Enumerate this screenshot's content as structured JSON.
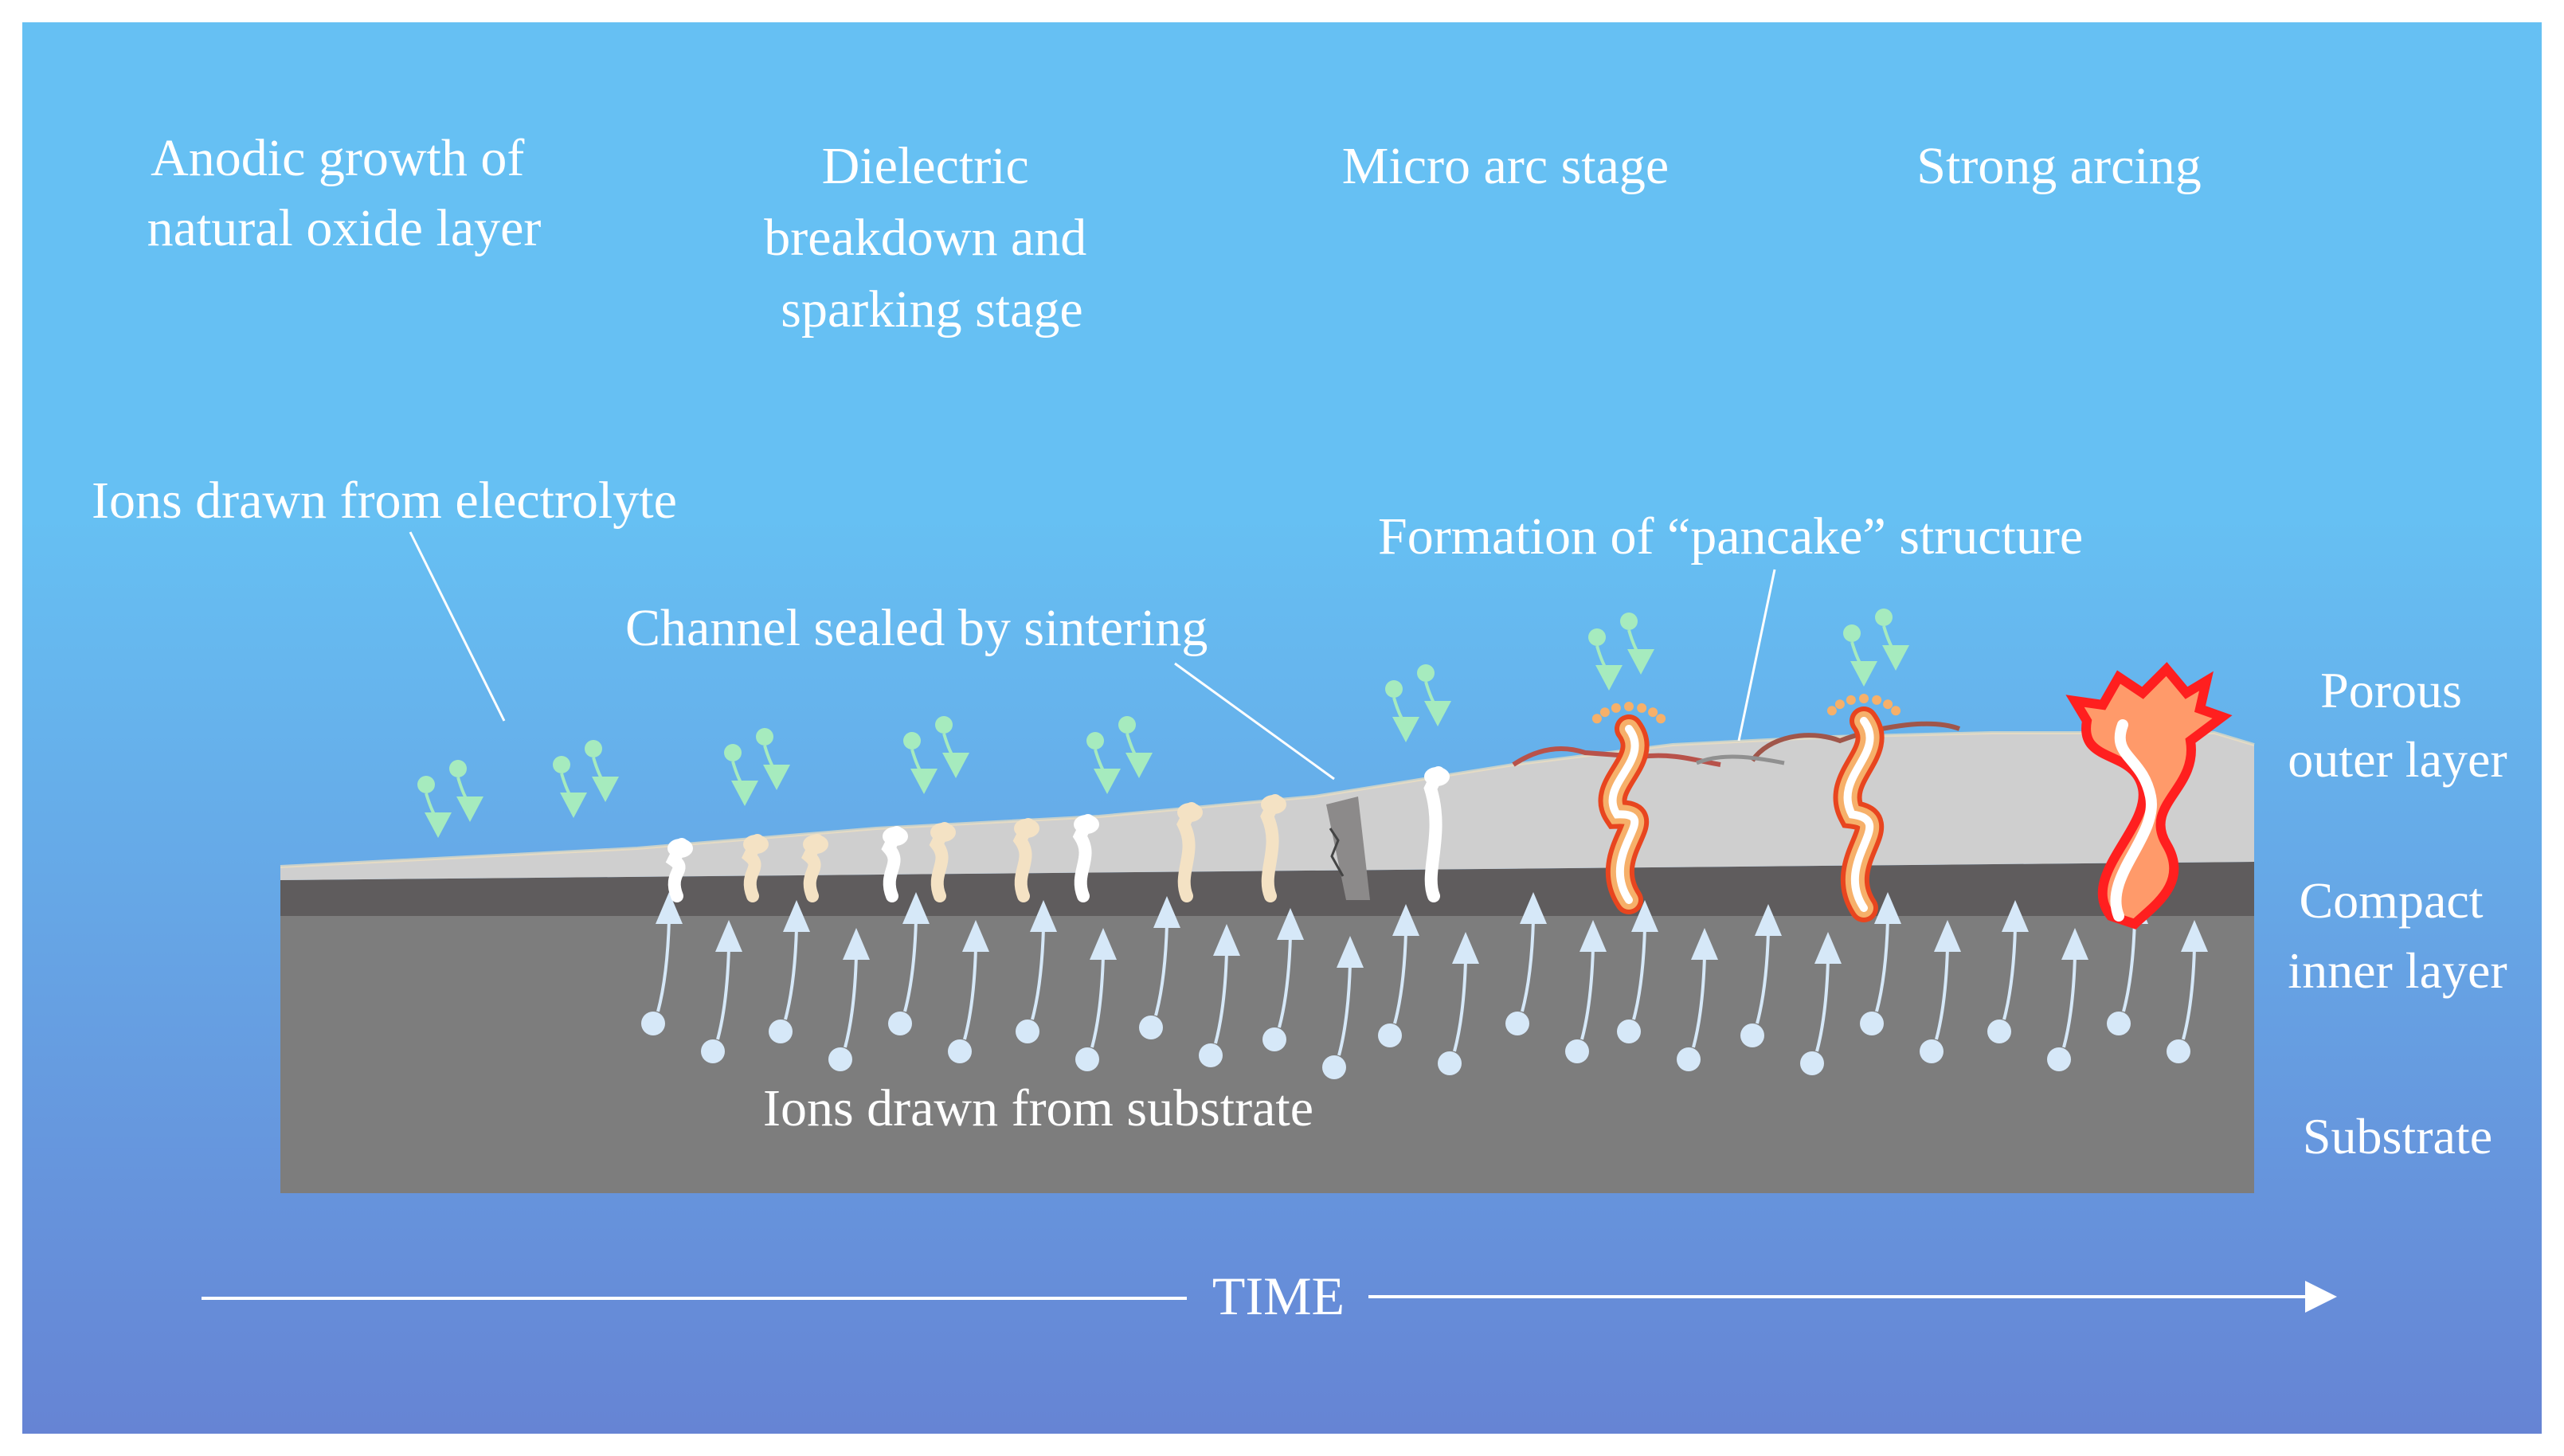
{
  "colors": {
    "sky_top": "#66c0f3",
    "sky_bottom": "#6684d4",
    "substrate": "#7d7d7d",
    "compact_layer": "#5f5c5d",
    "porous_layer": "#cfcfcf",
    "electrolyte_ion": "#a6ebbe",
    "substrate_ion": "#d6e8f8",
    "spark_core": "#ffffff",
    "spark_warm": "#f6b06a",
    "spark_hot": "#e8451f",
    "strong_arc": "#ff1f1f",
    "label_text": "#ffffff"
  },
  "stages": [
    {
      "lines": [
        "Anodic growth of",
        "natural oxide layer"
      ]
    },
    {
      "lines": [
        "Dielectric",
        "breakdown and",
        "sparking stage"
      ]
    },
    {
      "lines": [
        "Micro arc stage"
      ]
    },
    {
      "lines": [
        "Strong arcing"
      ]
    }
  ],
  "callouts": {
    "electrolyte_ions": "Ions drawn from electrolyte",
    "channel_sealed": "Channel sealed by sintering",
    "pancake": "Formation of “pancake” structure",
    "substrate_ions": "Ions drawn from substrate"
  },
  "layers": {
    "porous": [
      "Porous",
      "outer layer"
    ],
    "compact": [
      "Compact",
      "inner layer"
    ],
    "substrate": [
      "Substrate"
    ]
  },
  "time_axis": {
    "label": "TIME"
  },
  "icons": {
    "electrolyte_ion": "droplet-arrow-down-icon",
    "substrate_ion": "circle-arrow-up-icon",
    "spark": "spark-flame-icon",
    "arc": "arc-flame-icon"
  }
}
